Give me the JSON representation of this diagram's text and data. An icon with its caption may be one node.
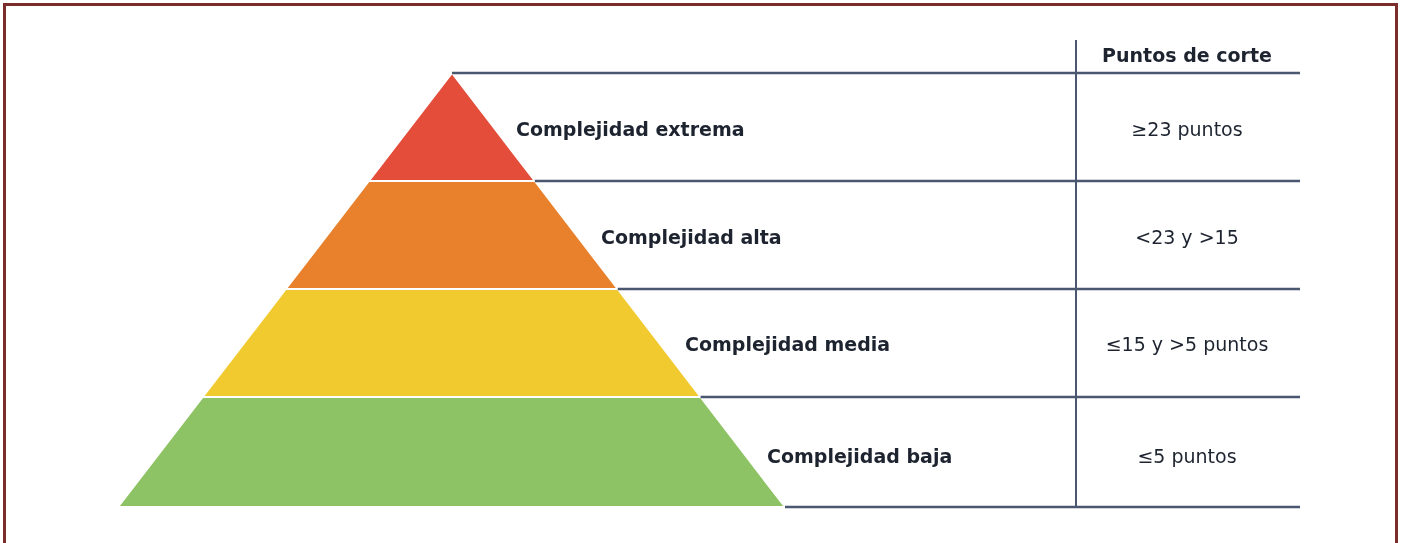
{
  "diagram": {
    "labels": [
      "Puntos de corte",
      "Complejidad extrema",
      "≥23 puntos",
      "Complejidad alta",
      "<23 y >15",
      "Complejidad media",
      "≤15 y >5 puntos",
      "Complejidad baja",
      "≤5 puntos"
    ]
  }
}
